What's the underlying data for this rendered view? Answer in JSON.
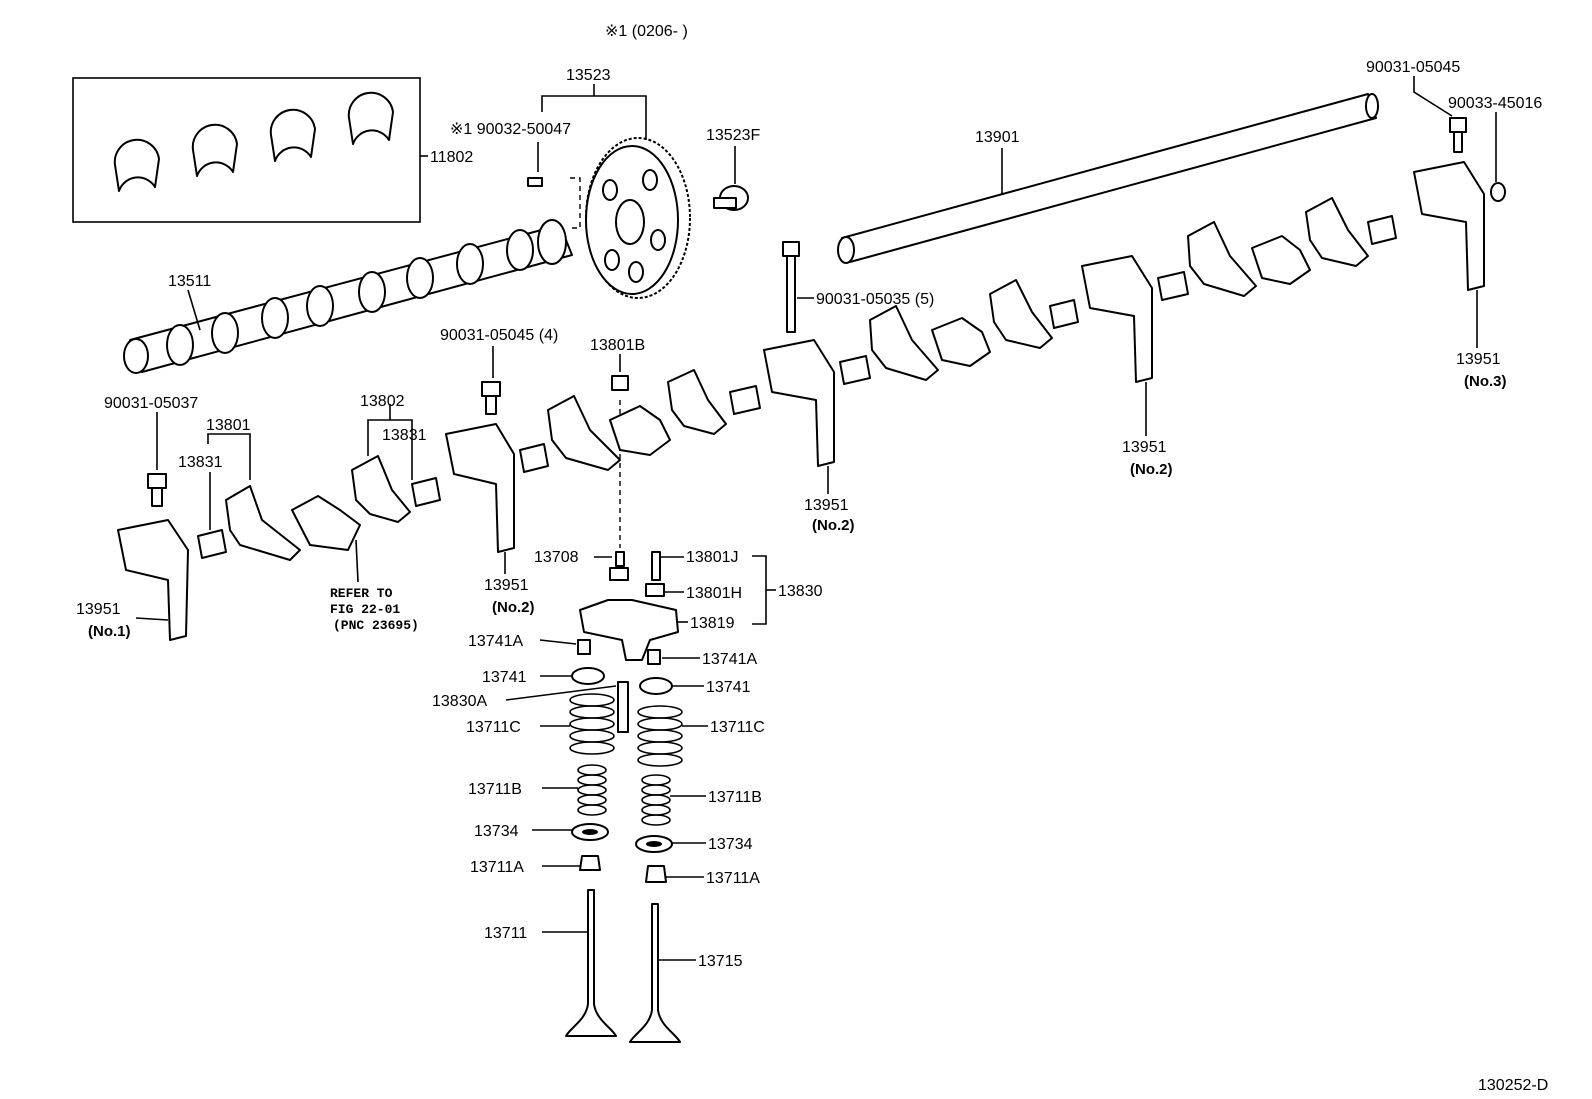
{
  "header": {
    "note": "※1 (0206-        )"
  },
  "footer": {
    "figure_id": "130252-D"
  },
  "labels": {
    "p13523": "13523",
    "p13523F": "13523F",
    "p13901": "13901",
    "p90031_05045_top": "90031-05045",
    "p90033_45016": "90033-45016",
    "p11802": "11802",
    "p90032_50047": "※1 90032-50047",
    "p13511": "13511",
    "p90031_05035": "90031-05035 (5)",
    "p90031_05045_4": "90031-05045 (4)",
    "p13801B": "13801B",
    "p90031_05037": "90031-05037",
    "p13801": "13801",
    "p13831_left": "13831",
    "p13802": "13802",
    "p13831_mid": "13831",
    "p13951_no3": "13951",
    "p13951_no3_sub": "(No.3)",
    "p13951_no2_right": "13951",
    "p13951_no2_right_sub": "(No.2)",
    "p13951_no2_center": "13951",
    "p13951_no2_center_sub": "(No.2)",
    "p13951_no2_left": "13951",
    "p13951_no2_left_sub": "(No.2)",
    "p13951_no1": "13951",
    "p13951_no1_sub": "(No.1)",
    "refer_line1": "REFER TO",
    "refer_line2": "FIG 22-01",
    "refer_line3": "(PNC 23695)",
    "p13708": "13708",
    "p13801J": "13801J",
    "p13801H": "13801H",
    "p13830": "13830",
    "p13819": "13819",
    "p13741A_left": "13741A",
    "p13741A_right": "13741A",
    "p13741_left": "13741",
    "p13741_right": "13741",
    "p13830A": "13830A",
    "p13711C_left": "13711C",
    "p13711C_right": "13711C",
    "p13711B_left": "13711B",
    "p13711B_right": "13711B",
    "p13734_left": "13734",
    "p13734_right": "13734",
    "p13711A_left": "13711A",
    "p13711A_right": "13711A",
    "p13711": "13711",
    "p13715": "13715"
  }
}
